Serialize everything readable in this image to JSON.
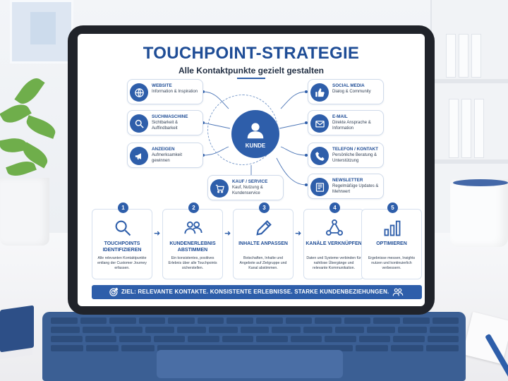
{
  "colors": {
    "accent": "#2e5eaa",
    "title": "#1f4d96",
    "keyboard": "#3b5f94",
    "plant": "#6fae4b"
  },
  "header": {
    "title": "TOUCHPOINT-STRATEGIE",
    "subtitle": "Alle Kontaktpunkte gezielt gestalten"
  },
  "hub": {
    "label": "KUNDE",
    "icon": "person-icon"
  },
  "touchpoints": [
    {
      "title": "WEBSITE",
      "desc": "Information & Inspiration",
      "icon": "globe-icon"
    },
    {
      "title": "SUCHMASCHINE",
      "desc": "Sichtbarkeit & Auffindbarkeit",
      "icon": "search-icon"
    },
    {
      "title": "ANZEIGEN",
      "desc": "Aufmerksamkeit gewinnen",
      "icon": "megaphone-icon"
    },
    {
      "title": "KAUF / SERVICE",
      "desc": "Kauf, Nutzung & Kundenservice",
      "icon": "cart-icon"
    },
    {
      "title": "SOCIAL MEDIA",
      "desc": "Dialog & Community",
      "icon": "thumbs-up-icon"
    },
    {
      "title": "E-MAIL",
      "desc": "Direkte Ansprache & Information",
      "icon": "envelope-icon"
    },
    {
      "title": "TELEFON / KONTAKT",
      "desc": "Persönliche Beratung & Unterstützung",
      "icon": "phone-icon"
    },
    {
      "title": "NEWSLETTER",
      "desc": "Regelmäßige Updates & Mehrwert",
      "icon": "newsletter-icon"
    }
  ],
  "steps": [
    {
      "num": "1",
      "title": "TOUCHPOINTS IDENTIFIZIEREN",
      "desc": "Alle relevanten Kontaktpunkte entlang der Customer Journey erfassen.",
      "icon": "magnifier-icon"
    },
    {
      "num": "2",
      "title": "KUNDENERLEBNIS ABSTIMMEN",
      "desc": "Ein konsistentes, positives Erlebnis über alle Touchpoints sicherstellen.",
      "icon": "group-icon"
    },
    {
      "num": "3",
      "title": "INHALTE ANPASSEN",
      "desc": "Botschaften, Inhalte und Angebote auf Zielgruppe und Kanal abstimmen.",
      "icon": "pencil-icon"
    },
    {
      "num": "4",
      "title": "KANÄLE VERKNÜPFEN",
      "desc": "Daten und Systeme verbinden für nahtlose Übergänge und relevante Kommunikation.",
      "icon": "network-icon"
    },
    {
      "num": "5",
      "title": "OPTIMIEREN",
      "desc": "Ergebnisse messen, Insights nutzen und kontinuierlich verbessern.",
      "icon": "bar-chart-icon"
    }
  ],
  "goal": {
    "text": "ZIEL: RELEVANTE KONTAKTE. KONSISTENTE ERLEBNISSE. STARKE KUNDENBEZIEHUNGEN."
  }
}
